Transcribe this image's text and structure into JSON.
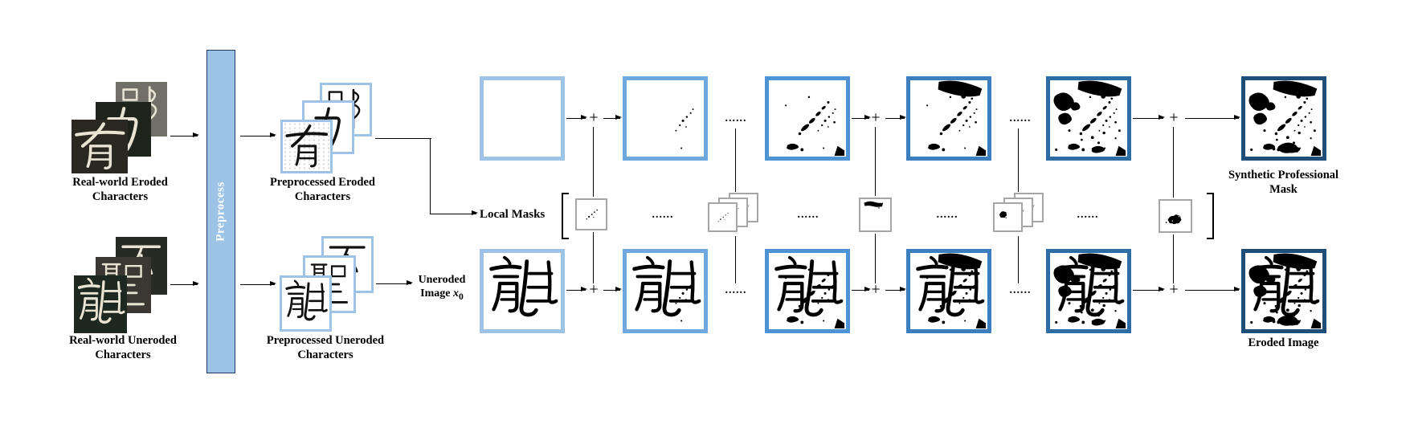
{
  "palette": {
    "frame_colors": [
      "#9DC3E6",
      "#6FA8DC",
      "#4E94D4",
      "#3D7EBF",
      "#2E6DA4",
      "#1F4E79"
    ],
    "mask_border": "#A6A6A6",
    "preprocess_fill": "#9CC2E5",
    "preprocess_border": "#1F3864",
    "arrow_color": "#000000"
  },
  "labels": {
    "real_eroded": [
      "Real-world Eroded",
      "Characters"
    ],
    "real_uneroded": [
      "Real-world Uneroded",
      "Characters"
    ],
    "preprocess": "Preprocess",
    "pre_eroded": [
      "Preprocessed Eroded",
      "Characters"
    ],
    "pre_uneroded": [
      "Preprocessed Uneroded",
      "Characters"
    ],
    "local_masks": "Local Masks",
    "uneroded_line1": "Uneroded",
    "uneroded_line2": "Image ",
    "x_symbol": "x",
    "x_subscript": "0",
    "synthetic_mask": [
      "Synthetic Professional",
      "Mask"
    ],
    "eroded_image": "Eroded Image",
    "plus": "+",
    "ellipsis": "......"
  }
}
